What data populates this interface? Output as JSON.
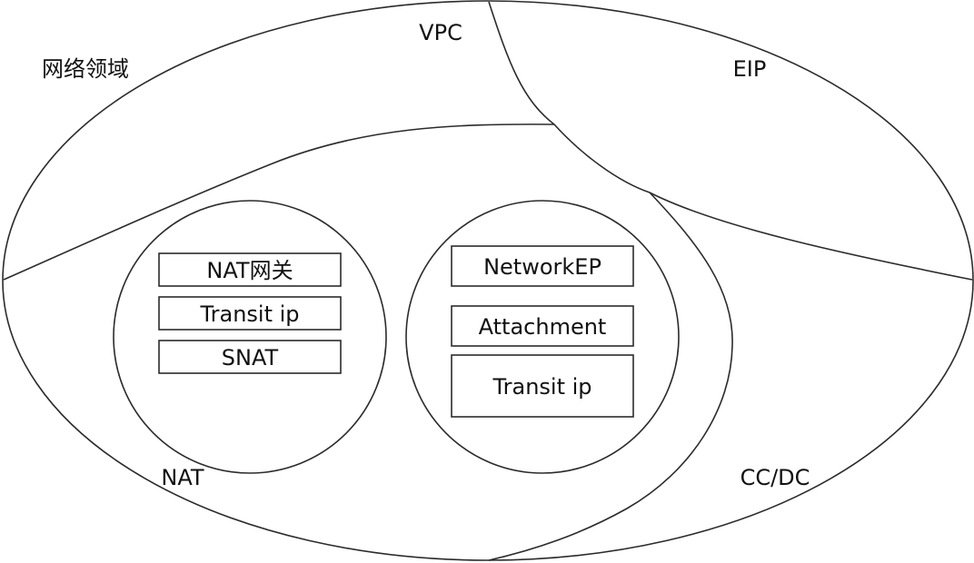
{
  "regions": {
    "domain_label": "网络领域",
    "vpc": "VPC",
    "eip": "EIP",
    "nat": "NAT",
    "ccdc": "CC/DC"
  },
  "nat_circle": {
    "items": [
      "NAT网关",
      "Transit ip",
      "SNAT"
    ]
  },
  "network_circle": {
    "items": [
      "NetworkEP",
      "Attachment",
      "Transit ip"
    ]
  }
}
